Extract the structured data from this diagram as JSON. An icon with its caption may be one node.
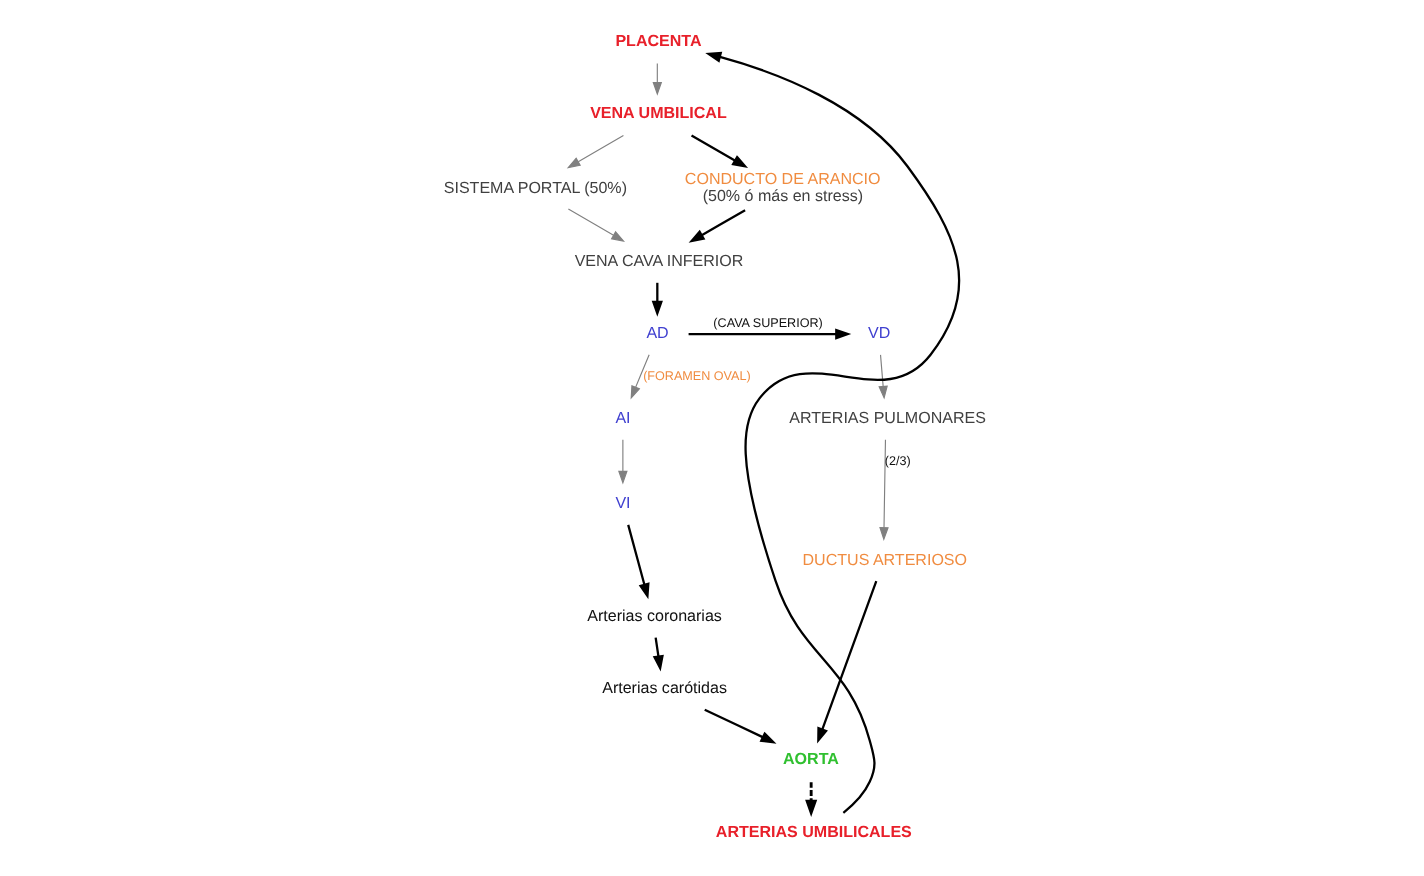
{
  "diagram": {
    "nodes": [
      {
        "text": [
          "PLACENTA"
        ]
      },
      {
        "text": [
          "VENA UMBILICAL"
        ]
      },
      {
        "text": [
          "SISTEMA PORTAL (50%)"
        ]
      },
      {
        "text": [
          "CONDUCTO DE ARANCIO",
          "(50% ó más en stress)"
        ]
      },
      {
        "text": [
          "VENA CAVA INFERIOR"
        ]
      },
      {
        "text": [
          "AD"
        ]
      },
      {
        "text": [
          "VD"
        ]
      },
      {
        "text": [
          "AI"
        ]
      },
      {
        "text": [
          "VI"
        ]
      },
      {
        "text": [
          "ARTERIAS PULMONARES"
        ]
      },
      {
        "text": [
          "DUCTUS ARTERIOSO"
        ]
      },
      {
        "text": [
          "Arterias coronarias"
        ]
      },
      {
        "text": [
          "Arterias carótidas"
        ]
      },
      {
        "text": [
          "AORTA"
        ]
      },
      {
        "text": [
          "ARTERIAS UMBILICALES"
        ]
      }
    ],
    "edges": [
      {
        "from": 0,
        "to": 1,
        "arrow": "to",
        "color": "#808080"
      },
      {
        "from": 1,
        "to": 2,
        "arrow": "to",
        "color": "#808080"
      },
      {
        "from": 1,
        "to": 3,
        "arrow": "to"
      },
      {
        "from": 3,
        "to": 4,
        "arrow": "to"
      },
      {
        "from": 2,
        "to": 4,
        "arrow": "to",
        "color": "#808080"
      },
      {
        "from": 4,
        "to": 5,
        "arrow": "to"
      },
      {
        "from": 5,
        "to": 6,
        "arrow": "to",
        "label": "(CAVA SUPERIOR)"
      },
      {
        "from": 5,
        "to": 7,
        "arrow": "to",
        "label": "(FORAMEN OVAL)",
        "color": "#808080"
      },
      {
        "from": 7,
        "to": 8,
        "arrow": "to",
        "color": "#808080"
      },
      {
        "from": 6,
        "to": 9,
        "arrow": "to",
        "color": "#808080"
      },
      {
        "from": 9,
        "to": 10,
        "arrow": "to",
        "label": "(2/3)",
        "color": "#808080"
      },
      {
        "from": 8,
        "to": 11,
        "arrow": "to"
      },
      {
        "from": 11,
        "to": 12,
        "arrow": "to"
      },
      {
        "from": 12,
        "to": 13,
        "arrow": "to"
      },
      {
        "from": 10,
        "to": 13,
        "arrow": "to"
      },
      {
        "from": 13,
        "to": 14,
        "arrow": "to",
        "style": "dashed"
      },
      {
        "from": 14,
        "to": 0,
        "arrow": "to"
      }
    ]
  }
}
